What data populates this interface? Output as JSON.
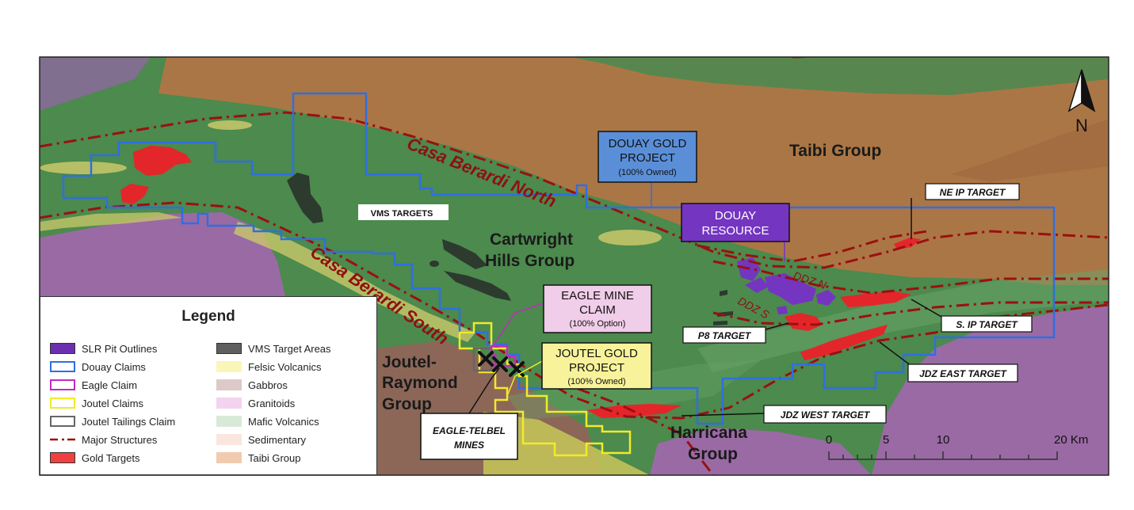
{
  "map": {
    "group_labels": {
      "taibi": "Taibi Group",
      "cartwright_line1": "Cartwright",
      "cartwright_line2": "Hills Group",
      "joutel_line1": "Joutel-",
      "joutel_line2": "Raymond",
      "joutel_line3": "Group",
      "harricana_line1": "Harricana",
      "harricana_line2": "Group"
    },
    "structure_labels": {
      "casa_north": "Casa Berardi North",
      "casa_south": "Casa Berardi South",
      "ddz_n": "DDZ N",
      "ddz_s": "DDZ S"
    },
    "callouts": {
      "douay_project_line1": "DOUAY GOLD",
      "douay_project_line2": "PROJECT",
      "douay_project_line3": "(100% Owned)",
      "douay_resource_line1": "DOUAY",
      "douay_resource_line2": "RESOURCE",
      "eagle_claim_line1": "EAGLE MINE",
      "eagle_claim_line2": "CLAIM",
      "eagle_claim_line3": "(100% Option)",
      "joutel_project_line1": "JOUTEL GOLD",
      "joutel_project_line2": "PROJECT",
      "joutel_project_line3": "(100% Owned)",
      "vms_targets": "VMS TARGETS",
      "eagle_telbel_line1": "EAGLE-TELBEL",
      "eagle_telbel_line2": "MINES",
      "ne_ip": "NE IP TARGET",
      "s_ip": "S. IP TARGET",
      "p8": "P8 TARGET",
      "jdz_east": "JDZ EAST TARGET",
      "jdz_west": "JDZ WEST TARGET"
    },
    "north_label": "N",
    "scale_bar": {
      "ticks": [
        "0",
        "5",
        "10",
        "20 Km"
      ]
    },
    "colors": {
      "mafic": "#4f8a4f",
      "taibi": "#b97a45",
      "gold_targets": "#e8302a",
      "pit_outlines": "#7a3cc0",
      "douay_claims": "#2f6fe0",
      "eagle_claim": "#c22bc0",
      "joutel_claims": "#f2ea2a",
      "major_structures": "#9b1010",
      "felsic": "#cdd06a",
      "granitoids": "#a76bb0",
      "vms": "#2e3a2e"
    }
  },
  "legend": {
    "title": "Legend",
    "items": [
      {
        "label": "SLR Pit Outlines",
        "color": "#6b2fb0"
      },
      {
        "label": "Douay Claims",
        "color": "#2f6fe0"
      },
      {
        "label": "Eagle Claim",
        "color": "#c22bc0"
      },
      {
        "label": "Joutel Claims",
        "color": "#f2ea2a"
      },
      {
        "label": "Joutel Tailings Claim",
        "color": "#666666"
      },
      {
        "label": "Major Structures",
        "color": "#9b1010"
      },
      {
        "label": "Gold Targets",
        "color": "#f04040"
      },
      {
        "label": "VMS Target Areas",
        "color": "#5f5f5f"
      },
      {
        "label": "Felsic Volcanics",
        "color": "#fbf6b8"
      },
      {
        "label": "Gabbros",
        "color": "#dcc9c8"
      },
      {
        "label": "Granitoids",
        "color": "#f3d3ef"
      },
      {
        "label": "Mafic Volcanics",
        "color": "#d8e9d8"
      },
      {
        "label": "Sedimentary",
        "color": "#fae6df"
      },
      {
        "label": "Taibi Group",
        "color": "#f1cbb0"
      }
    ]
  }
}
